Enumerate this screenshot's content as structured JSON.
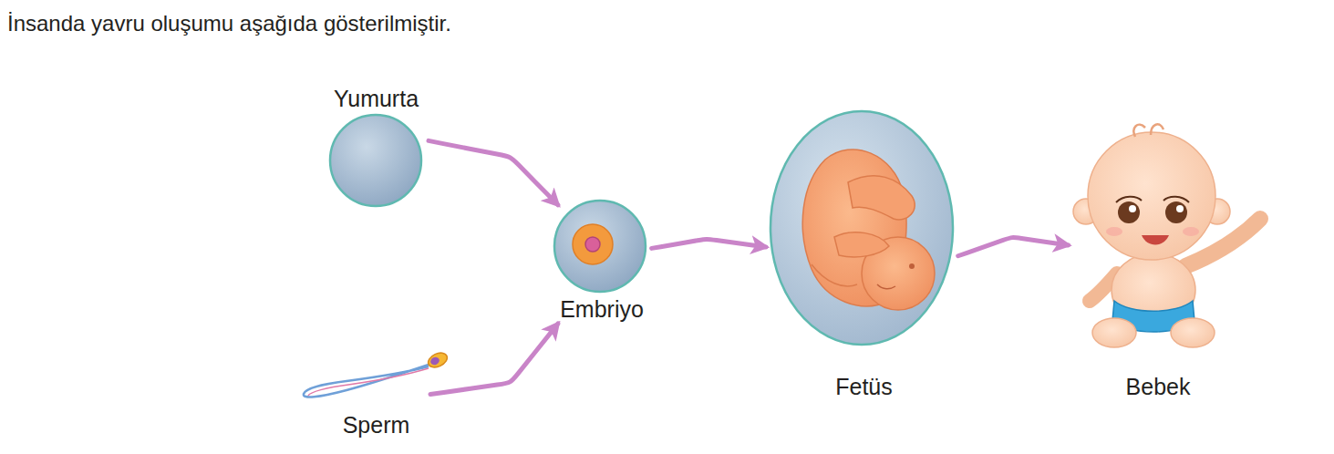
{
  "diagram": {
    "title": "İnsanda yavru oluşumu aşağıda gösterilmiştir.",
    "nodes": [
      {
        "text": [
          "Yumurta"
        ]
      },
      {
        "text": [
          "Sperm"
        ]
      },
      {
        "text": [
          "Embriyo"
        ]
      },
      {
        "text": [
          "Fetüs"
        ]
      },
      {
        "text": [
          "Bebek"
        ]
      }
    ],
    "edges": [
      {
        "from": 0,
        "to": 2,
        "arrow": "to"
      },
      {
        "from": 1,
        "to": 2,
        "arrow": "to"
      },
      {
        "from": 2,
        "to": 3,
        "arrow": "to"
      },
      {
        "from": 3,
        "to": 4,
        "arrow": "to"
      }
    ]
  }
}
